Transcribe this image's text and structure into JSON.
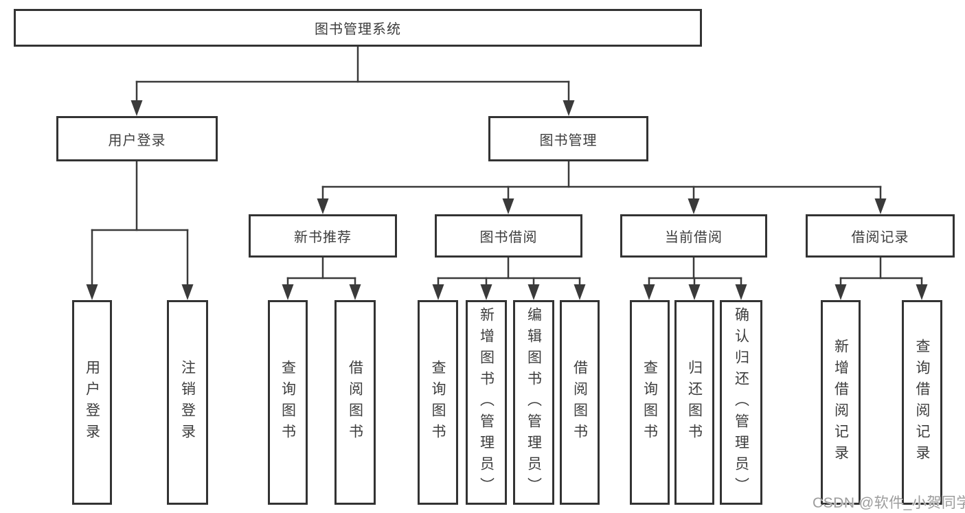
{
  "tree": {
    "label": "图书管理系统",
    "children": [
      {
        "label": "用户登录",
        "children": [
          {
            "label": "用户登录"
          },
          {
            "label": "注销登录"
          }
        ]
      },
      {
        "label": "图书管理",
        "children": [
          {
            "label": "新书推荐",
            "children": [
              {
                "label": "查询图书"
              },
              {
                "label": "借阅图书"
              }
            ]
          },
          {
            "label": "图书借阅",
            "children": [
              {
                "label": "查询图书"
              },
              {
                "label": "新增图书（管理员）"
              },
              {
                "label": "编辑图书（管理员）"
              },
              {
                "label": "借阅图书"
              }
            ]
          },
          {
            "label": "当前借阅",
            "children": [
              {
                "label": "查询图书"
              },
              {
                "label": "归还图书"
              },
              {
                "label": "确认归还（管理员）"
              }
            ]
          },
          {
            "label": "借阅记录",
            "children": [
              {
                "label": "新增借阅记录"
              },
              {
                "label": "查询借阅记录"
              }
            ]
          }
        ]
      }
    ]
  },
  "watermark": {
    "text": "CSDN @软件_小贺同学"
  },
  "colors": {
    "line": "#3a3a3a",
    "border": "#333333",
    "text": "#3d3d3d",
    "watermark": "#9c9c9c",
    "background": "#ffffff"
  }
}
